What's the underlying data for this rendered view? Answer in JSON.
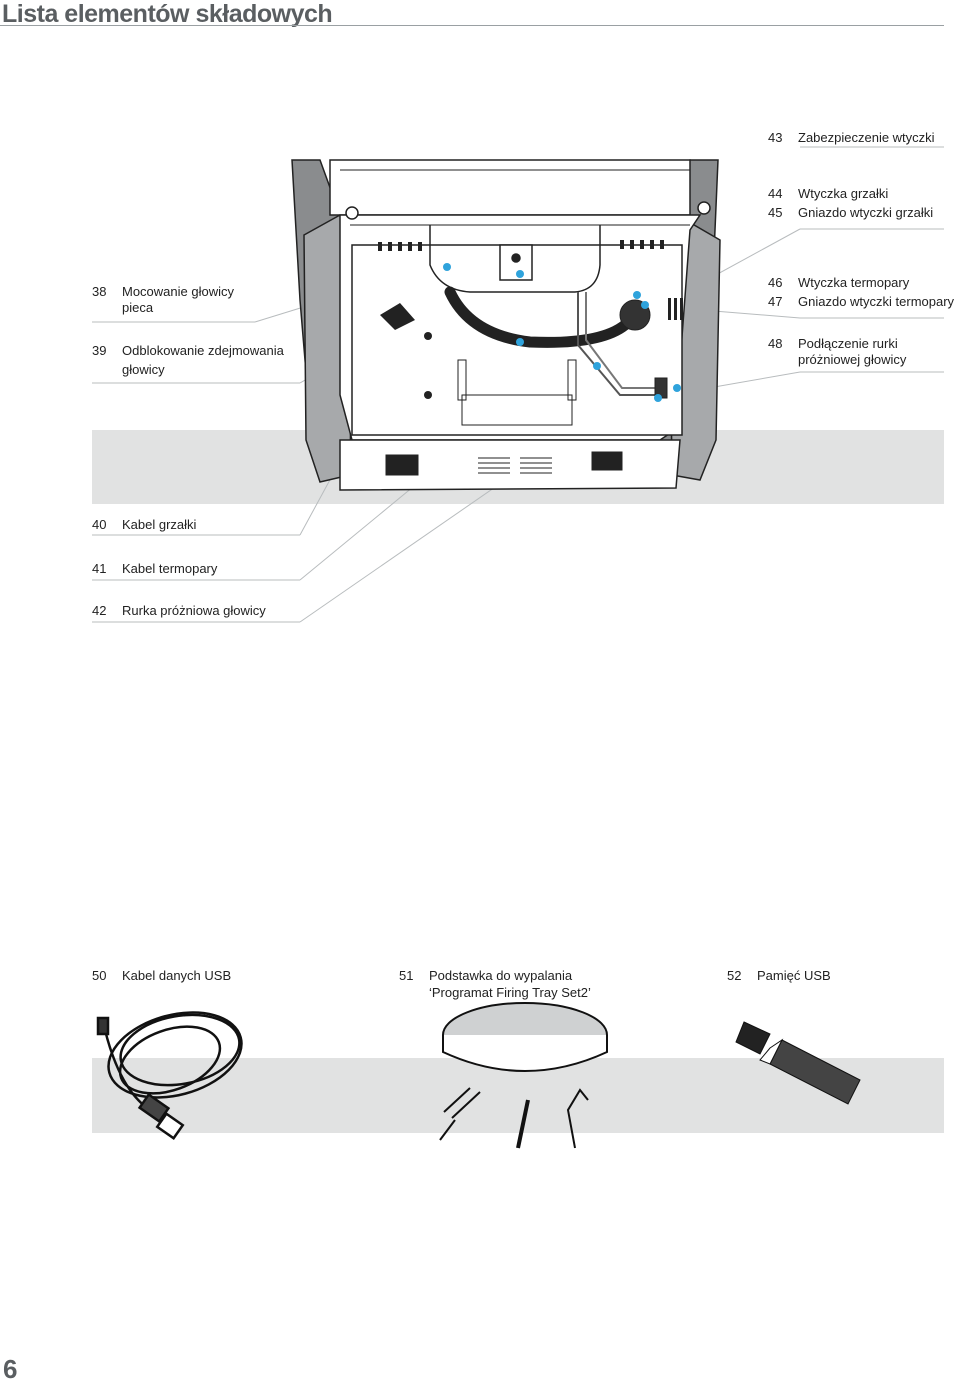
{
  "page": {
    "title": "Lista elementów składowych",
    "number": "6"
  },
  "labels": {
    "l43": {
      "num": "43",
      "text": "Zabezpieczenie wtyczki"
    },
    "l44": {
      "num": "44",
      "text": "Wtyczka grzałki"
    },
    "l45": {
      "num": "45",
      "text": "Gniazdo wtyczki grzałki"
    },
    "l46": {
      "num": "46",
      "text": "Wtyczka termopary"
    },
    "l47": {
      "num": "47",
      "text": "Gniazdo wtyczki termopary"
    },
    "l48": {
      "num": "48",
      "line1": "Podłączenie rurki",
      "line2": "próżniowej głowicy"
    },
    "l38": {
      "num": "38",
      "line1": "Mocowanie głowicy",
      "line2": "pieca"
    },
    "l39": {
      "num": "39",
      "line1": "Odblokowanie zdejmowania",
      "line2": "głowicy"
    },
    "l40": {
      "num": "40",
      "text": "Kabel grzałki"
    },
    "l41": {
      "num": "41",
      "text": "Kabel termopary"
    },
    "l42": {
      "num": "42",
      "text": "Rurka próżniowa głowicy"
    },
    "l50": {
      "num": "50",
      "text": "Kabel danych USB"
    },
    "l51": {
      "num": "51",
      "line1": "Podstawka do wypalania",
      "line2": "‘Programat Firing Tray Set2’"
    },
    "l52": {
      "num": "52",
      "text": "Pamięć USB"
    }
  },
  "colors": {
    "accent_dots": "#2fa3dc",
    "band": "#e1e2e2",
    "title": "#5a5e61"
  }
}
